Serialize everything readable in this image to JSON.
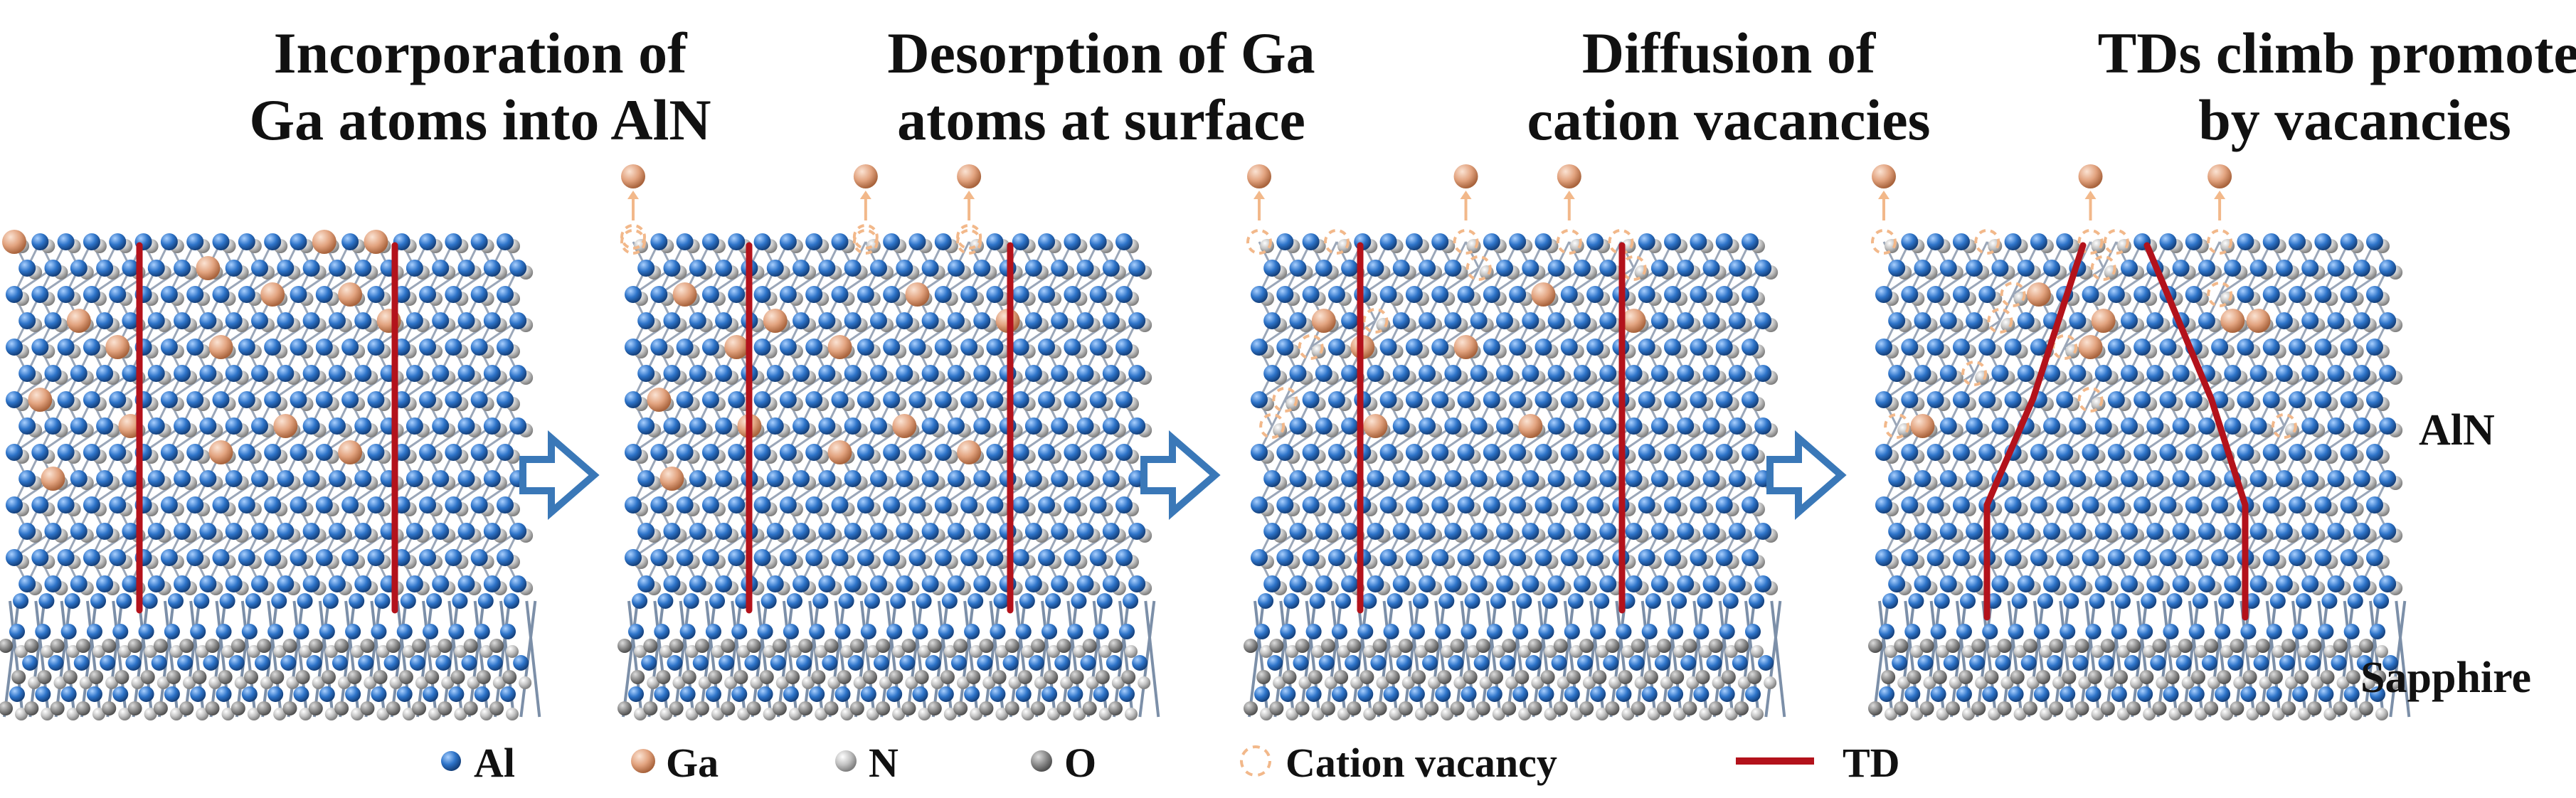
{
  "panels": [
    {
      "id": "p1",
      "title_lines": [
        "Incorporation of",
        "Ga atoms into AlN"
      ],
      "stage": "incorporation"
    },
    {
      "id": "p2",
      "title_lines": [
        "Desorption of Ga",
        "atoms at surface"
      ],
      "stage": "desorption"
    },
    {
      "id": "p3",
      "title_lines": [
        "Diffusion of",
        "cation vacancies"
      ],
      "stage": "diffusion"
    },
    {
      "id": "p4",
      "title_lines": [
        "TDs climb promoted",
        "by vacancies"
      ],
      "stage": "climb"
    }
  ],
  "side_labels": {
    "top": "AlN",
    "bottom": "Sapphire"
  },
  "legend": {
    "items": [
      {
        "label": "Al",
        "symbol": "al-atom"
      },
      {
        "label": "Ga",
        "symbol": "ga-atom"
      },
      {
        "label": "N",
        "symbol": "n-atom"
      },
      {
        "label": "O",
        "symbol": "o-atom"
      },
      {
        "label": "Cation vacancy",
        "symbol": "vacancy"
      },
      {
        "label": "TD",
        "symbol": "dislocation-line"
      }
    ]
  },
  "colors": {
    "al": "#2e74c9",
    "ga": "#e2a37f",
    "n": "#c2c2c2",
    "o": "#8d8d8d",
    "vacancy": "#f2b88a",
    "td": "#b3121b",
    "arrow": "#3a78b8",
    "bond": "#9aa6b8"
  }
}
